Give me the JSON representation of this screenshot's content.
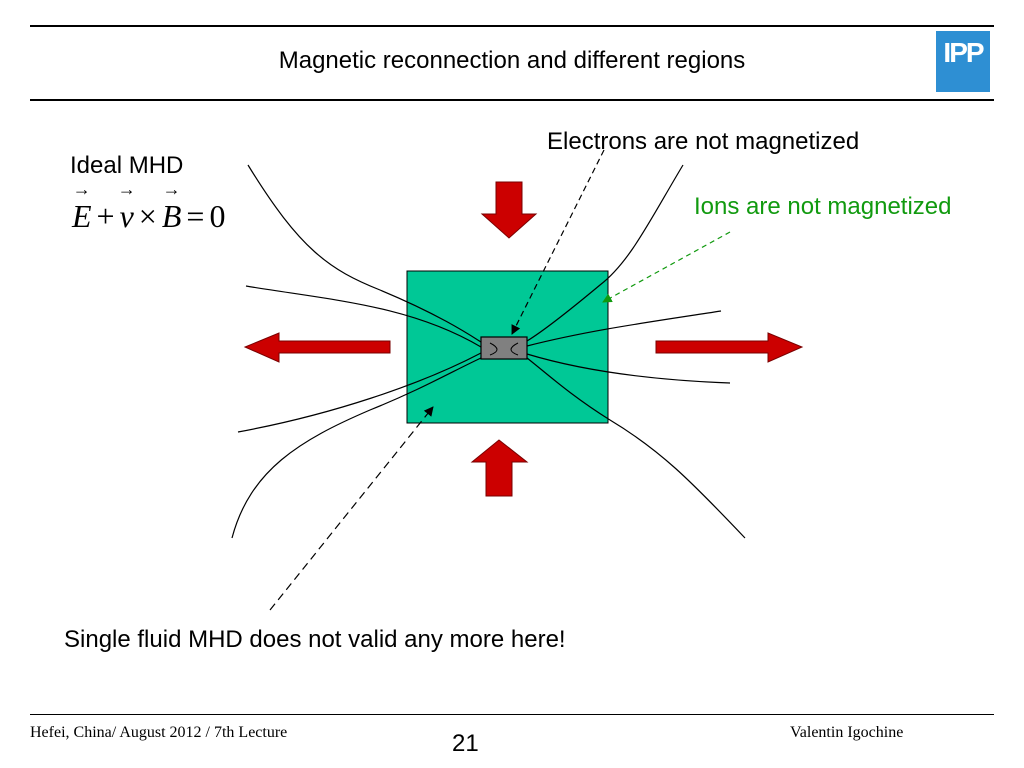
{
  "slide": {
    "title": "Magnetic reconnection and different regions",
    "logo_text": "IPP",
    "logo_color": "#2e8fd3"
  },
  "labels": {
    "ideal_mhd": "Ideal MHD",
    "electrons": "Electrons are not magnetized",
    "ions": "Ions are not magnetized",
    "single_fluid": "Single fluid MHD does not valid any more here!"
  },
  "equation": {
    "E": "E",
    "plus": "+",
    "v": "v",
    "times": "×",
    "B": "B",
    "equals": "=",
    "zero": "0"
  },
  "colors": {
    "ion_region": "#00c896",
    "electron_region": "#808080",
    "arrows": "#cc0000",
    "ions_label": "#119a0f"
  },
  "footer": {
    "left": "Hefei, China/ August 2012 / 7th Lecture",
    "page": "21",
    "right": "Valentin Igochine"
  }
}
